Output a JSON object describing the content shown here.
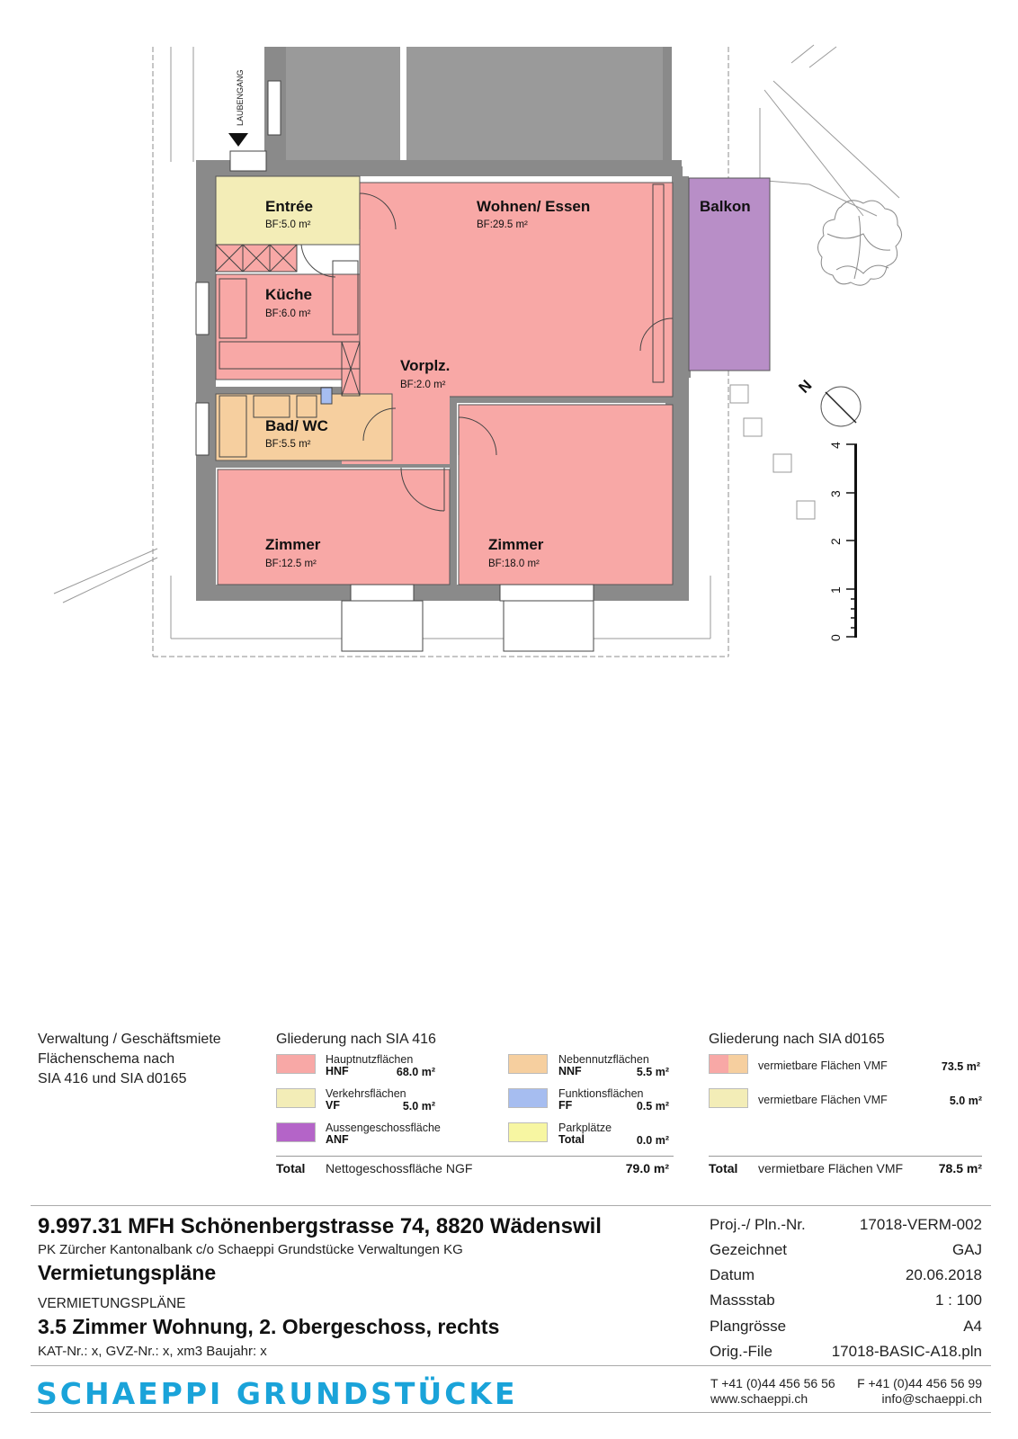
{
  "plan": {
    "access_label": "LAUBENGANG",
    "north_label": "N",
    "scale_ticks": [
      "0",
      "1",
      "2",
      "3",
      "4"
    ],
    "rooms": [
      {
        "name": "Entrée",
        "area": "BF:5.0 m²"
      },
      {
        "name": "Wohnen/ Essen",
        "area": "BF:29.5 m²"
      },
      {
        "name": "Balkon",
        "area": ""
      },
      {
        "name": "Küche",
        "area": "BF:6.0 m²"
      },
      {
        "name": "Vorplz.",
        "area": "BF:2.0 m²"
      },
      {
        "name": "Bad/ WC",
        "area": "BF:5.5 m²"
      },
      {
        "name": "Zimmer",
        "area": "BF:12.5 m²"
      },
      {
        "name": "Zimmer",
        "area": "BF:18.0 m²"
      }
    ],
    "colors": {
      "hnf": "#f8a8a6",
      "vf": "#f3edb7",
      "nnf": "#f6cf9f",
      "anf": "#b88ec7",
      "ff": "#a6bdf0",
      "parking": "#f7f6a2",
      "wall": "#8a8a8a",
      "dark_fill": "#9a9a9a"
    }
  },
  "legend": {
    "intro": [
      "Verwaltung / Geschäftsmiete",
      "Flächenschema nach",
      "SIA 416 und SIA d0165"
    ],
    "sia416": {
      "title": "Gliederung nach SIA 416",
      "items": [
        {
          "name": "Hauptnutzflächen",
          "code": "HNF",
          "value": "68.0 m²",
          "color": "#f8a8a6"
        },
        {
          "name": "Verkehrsflächen",
          "code": "VF",
          "value": "5.0 m²",
          "color": "#f3edb7"
        },
        {
          "name": "Aussengeschossfläche",
          "code": "ANF",
          "value": "",
          "color": "#b464c8"
        },
        {
          "name": "Nebennutzflächen",
          "code": "NNF",
          "value": "5.5 m²",
          "color": "#f6cf9f"
        },
        {
          "name": "Funktionsflächen",
          "code": "FF",
          "value": "0.5 m²",
          "color": "#a6bdf0"
        },
        {
          "name": "Parkplätze",
          "code": "Total",
          "value": "0.0 m²",
          "color": "#f7f6a2"
        }
      ],
      "total_label": "Total",
      "total_desc": "Nettogeschossfläche NGF",
      "total_value": "79.0 m²"
    },
    "d0165": {
      "title": "Gliederung nach SIA d0165",
      "items": [
        {
          "name": "vermietbare Flächen VMF",
          "value": "73.5 m²"
        },
        {
          "name": "vermietbare Flächen VMF",
          "value": "5.0 m²"
        }
      ],
      "total_label": "Total",
      "total_desc": "vermietbare Flächen VMF",
      "total_value": "78.5 m²"
    }
  },
  "titleblock": {
    "project": "9.997.31  MFH Schönenbergstrasse 74, 8820 Wädenswil",
    "owner": "PK Zürcher Kantonalbank c/o Schaeppi Grundstücke Verwaltungen KG",
    "heading": "Vermietungspläne",
    "subheading": "VERMIETUNGSPLÄNE",
    "unit": "3.5 Zimmer Wohnung, 2. Obergeschoss, rechts",
    "registry": "KAT-Nr.: x, GVZ-Nr.: x, xm3  Baujahr: x",
    "info": [
      {
        "label": "Proj.-/ Pln.-Nr.",
        "value": "17018-VERM-002"
      },
      {
        "label": "Gezeichnet",
        "value": "GAJ"
      },
      {
        "label": "Datum",
        "value": "20.06.2018"
      },
      {
        "label": "Massstab",
        "value": "1 : 100"
      },
      {
        "label": "Plangrösse",
        "value": "A4"
      },
      {
        "label": "Orig.-File",
        "value": "17018-BASIC-A18.pln"
      }
    ],
    "brand": "SCHAEPPI GRUNDSTÜCKE",
    "phone": "T +41 (0)44 456 56 56",
    "fax": "F +41 (0)44 456 56 99",
    "web": "www.schaeppi.ch",
    "email": "info@schaeppi.ch"
  }
}
